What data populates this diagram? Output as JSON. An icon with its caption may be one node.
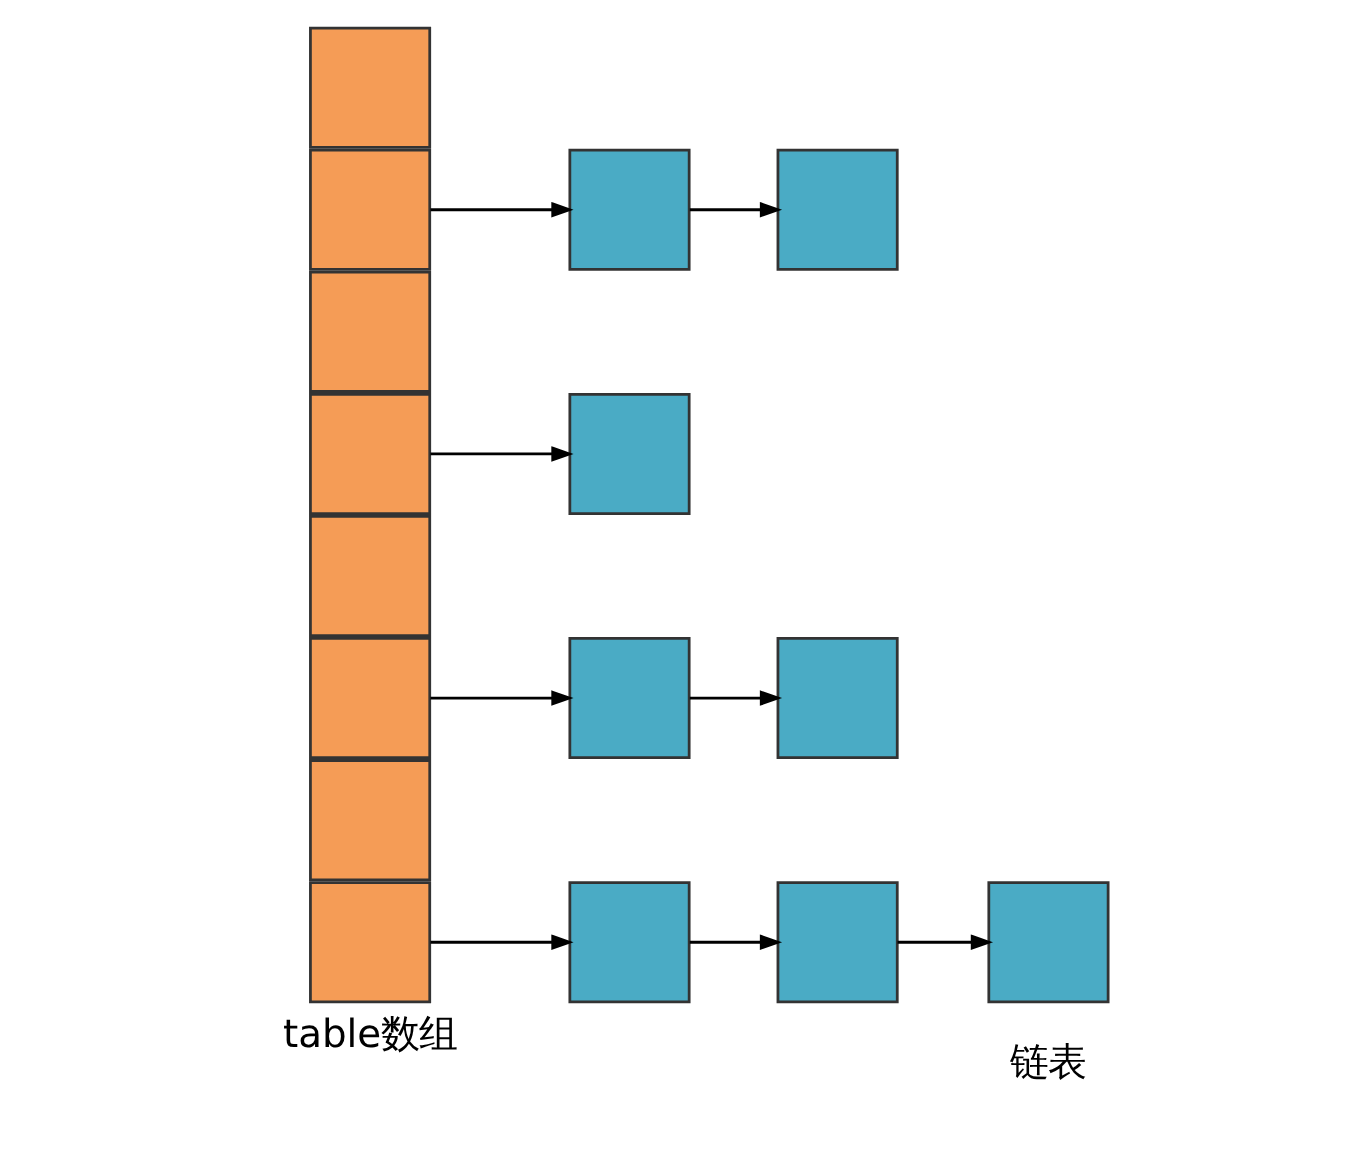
{
  "diagram": {
    "nodes": [
      {
        "text": [],
        "shape": "box"
      },
      {
        "text": [],
        "shape": "box"
      },
      {
        "text": [],
        "shape": "box"
      },
      {
        "text": [],
        "shape": "box"
      },
      {
        "text": [],
        "shape": "box"
      },
      {
        "text": [],
        "shape": "box"
      },
      {
        "text": [],
        "shape": "box"
      },
      {
        "text": [],
        "shape": "box"
      },
      {
        "text": [],
        "shape": "box"
      },
      {
        "text": [],
        "shape": "box"
      },
      {
        "text": [],
        "shape": "box"
      },
      {
        "text": [],
        "shape": "box"
      },
      {
        "text": [],
        "shape": "box"
      },
      {
        "text": [],
        "shape": "box"
      },
      {
        "text": [],
        "shape": "box"
      },
      {
        "text": [],
        "shape": "box"
      }
    ],
    "edges": [
      {
        "from": 0,
        "to": 8,
        "arrow": "to"
      },
      {
        "from": 8,
        "to": 9,
        "arrow": "to"
      },
      {
        "from": 9,
        "to": 10,
        "arrow": "to"
      },
      {
        "from": 2,
        "to": 11,
        "arrow": "to"
      },
      {
        "from": 11,
        "to": 12,
        "arrow": "to"
      },
      {
        "from": 4,
        "to": 13,
        "arrow": "to"
      },
      {
        "from": 6,
        "to": 14,
        "arrow": "to"
      },
      {
        "from": 14,
        "to": 15,
        "arrow": "to"
      }
    ],
    "labels": [
      "table数组",
      "链表"
    ]
  }
}
